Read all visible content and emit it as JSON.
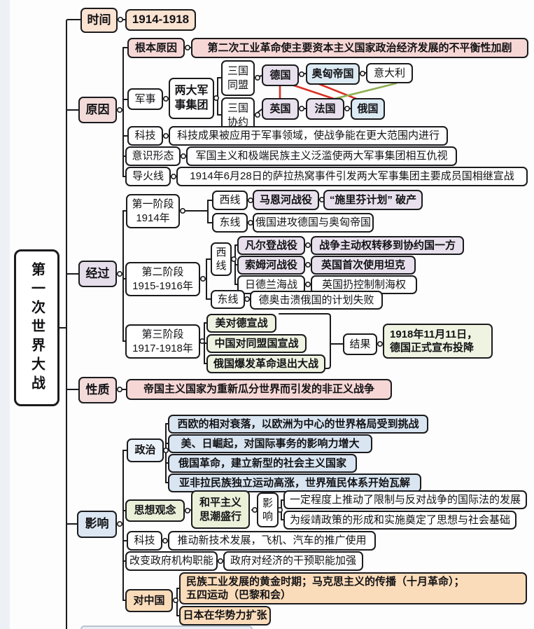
{
  "root": {
    "title": "第一次世界大战"
  },
  "time": {
    "label": "时间",
    "value": "1914-1918"
  },
  "causes": {
    "label": "原因",
    "root_cause": {
      "label": "根本原因",
      "value": "第二次工业革命使主要资本主义国家政治经济发展的不平衡性加剧"
    },
    "military": {
      "label": "军事",
      "blocs": "两大军事集团",
      "alliance": {
        "label": "三国同盟",
        "members": [
          "德国",
          "奥匈帝国",
          "意大利"
        ]
      },
      "entente": {
        "label": "三国协约",
        "members": [
          "英国",
          "法国",
          "俄国"
        ]
      }
    },
    "technology": {
      "label": "科技",
      "value": "科技成果被应用于军事领域，使战争能在更大范围内进行"
    },
    "ideology": {
      "label": "意识形态",
      "value": "军国主义和极端民族主义泛滥使两大军事集团相互仇视"
    },
    "fuse": {
      "label": "导火线",
      "value": "1914年6月28日的萨拉热窝事件引发两大军事集团主要成员国相继宣战"
    }
  },
  "process": {
    "label": "经过",
    "stage1": {
      "name": "第一阶段",
      "period": "1914年",
      "west": {
        "label": "西线",
        "battle": "马恩河战役",
        "outcome": "“施里芬计划” 破产"
      },
      "east": {
        "label": "东线",
        "event": "俄国进攻德国与奥匈帝国"
      }
    },
    "stage2": {
      "name": "第二阶段",
      "period": "1915-1916年",
      "west": {
        "label": "西线",
        "battles": [
          {
            "name": "凡尔登战役",
            "outcome": "战争主动权转移到协约国一方"
          },
          {
            "name": "索姆河战役",
            "outcome": "英国首次使用坦克"
          },
          {
            "name": "日德兰海战",
            "outcome": "英国扔控制制海权"
          }
        ]
      },
      "east": {
        "label": "东线",
        "event": "德奥击溃俄国的计划失败"
      }
    },
    "stage3": {
      "name": "第三阶段",
      "period": "1917-1918年",
      "events": [
        "美对德宣战",
        "中国对同盟国宣战",
        "俄国爆发革命退出大战"
      ],
      "result": {
        "label": "结果",
        "value": "1918年11月11日，\n德国正式宣布投降"
      }
    }
  },
  "nature": {
    "label": "性质",
    "value": "帝国主义国家为重新瓜分世界而引发的非正义战争"
  },
  "impact": {
    "label": "影响",
    "politics": {
      "label": "政治",
      "items": [
        "西欧的相对衰落，以欧洲为中心的世界格局受到挑战",
        "美、日崛起，对国际事务的影响力增大",
        "俄国革命，建立新型的社会主义国家",
        "亚非拉民族独立运动高涨，世界殖民体系开始瓦解"
      ]
    },
    "thought": {
      "label": "思想观念",
      "trend": "和平主义思潮盛行",
      "effect_label": "影响",
      "effects": [
        "一定程度上推动了限制与反对战争的国际法的发展",
        "为绥靖政策的形成和实施奠定了思想与社会基础"
      ]
    },
    "technology": {
      "label": "科技",
      "value": "推动新技术发展，飞机、汽车的推广使用"
    },
    "government": {
      "label": "改变政府机构职能",
      "value": "政府对经济的干预职能加强"
    },
    "china": {
      "label": "对中国",
      "items": [
        "民族工业发展的黄金时期；马克思主义的传播（十月革命）；\n五四运动（巴黎和会）",
        "日本在华势力扩张"
      ]
    }
  },
  "colors": {
    "peach": "#fbe3d2",
    "pink": "#f3dbda",
    "pink_light": "#f6d7d5",
    "lavender": "#e8e1ed",
    "purple": "#e6dfeb",
    "blue": "#dceaf3",
    "blue_item": "#d9e5f1",
    "blue_label": "#dbe6f2",
    "green": "#eff3e1",
    "green_light": "#ebf0d9",
    "orange": "#fbdcba",
    "rivalry_line": "#d93025",
    "ally_line": "#8faf52",
    "wire": "#1b1b1e"
  }
}
